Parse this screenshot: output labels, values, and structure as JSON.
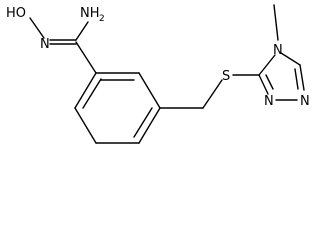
{
  "molecule": {
    "atoms": {
      "hydroxy_oxygen": {
        "element": "O",
        "hydrogen": "H",
        "text": "HO"
      },
      "oxime_nitrogen": {
        "element": "N",
        "text": "N"
      },
      "amide_nitrogen": {
        "element": "N",
        "text": "NH",
        "subscript": "2"
      },
      "sulfur": {
        "element": "S",
        "text": "S"
      },
      "triazole_n4": {
        "element": "N",
        "text": "N"
      },
      "triazole_n1": {
        "element": "N",
        "text": "N"
      },
      "triazole_n2": {
        "element": "N",
        "text": "N"
      }
    },
    "groups": {
      "methyl": "CH3",
      "benzene_ring": "benzene",
      "triazole_ring": "4-methyl-1,2,4-triazole"
    },
    "colors": {
      "bond": "#000000",
      "label": "#000000",
      "background": "#ffffff"
    }
  }
}
